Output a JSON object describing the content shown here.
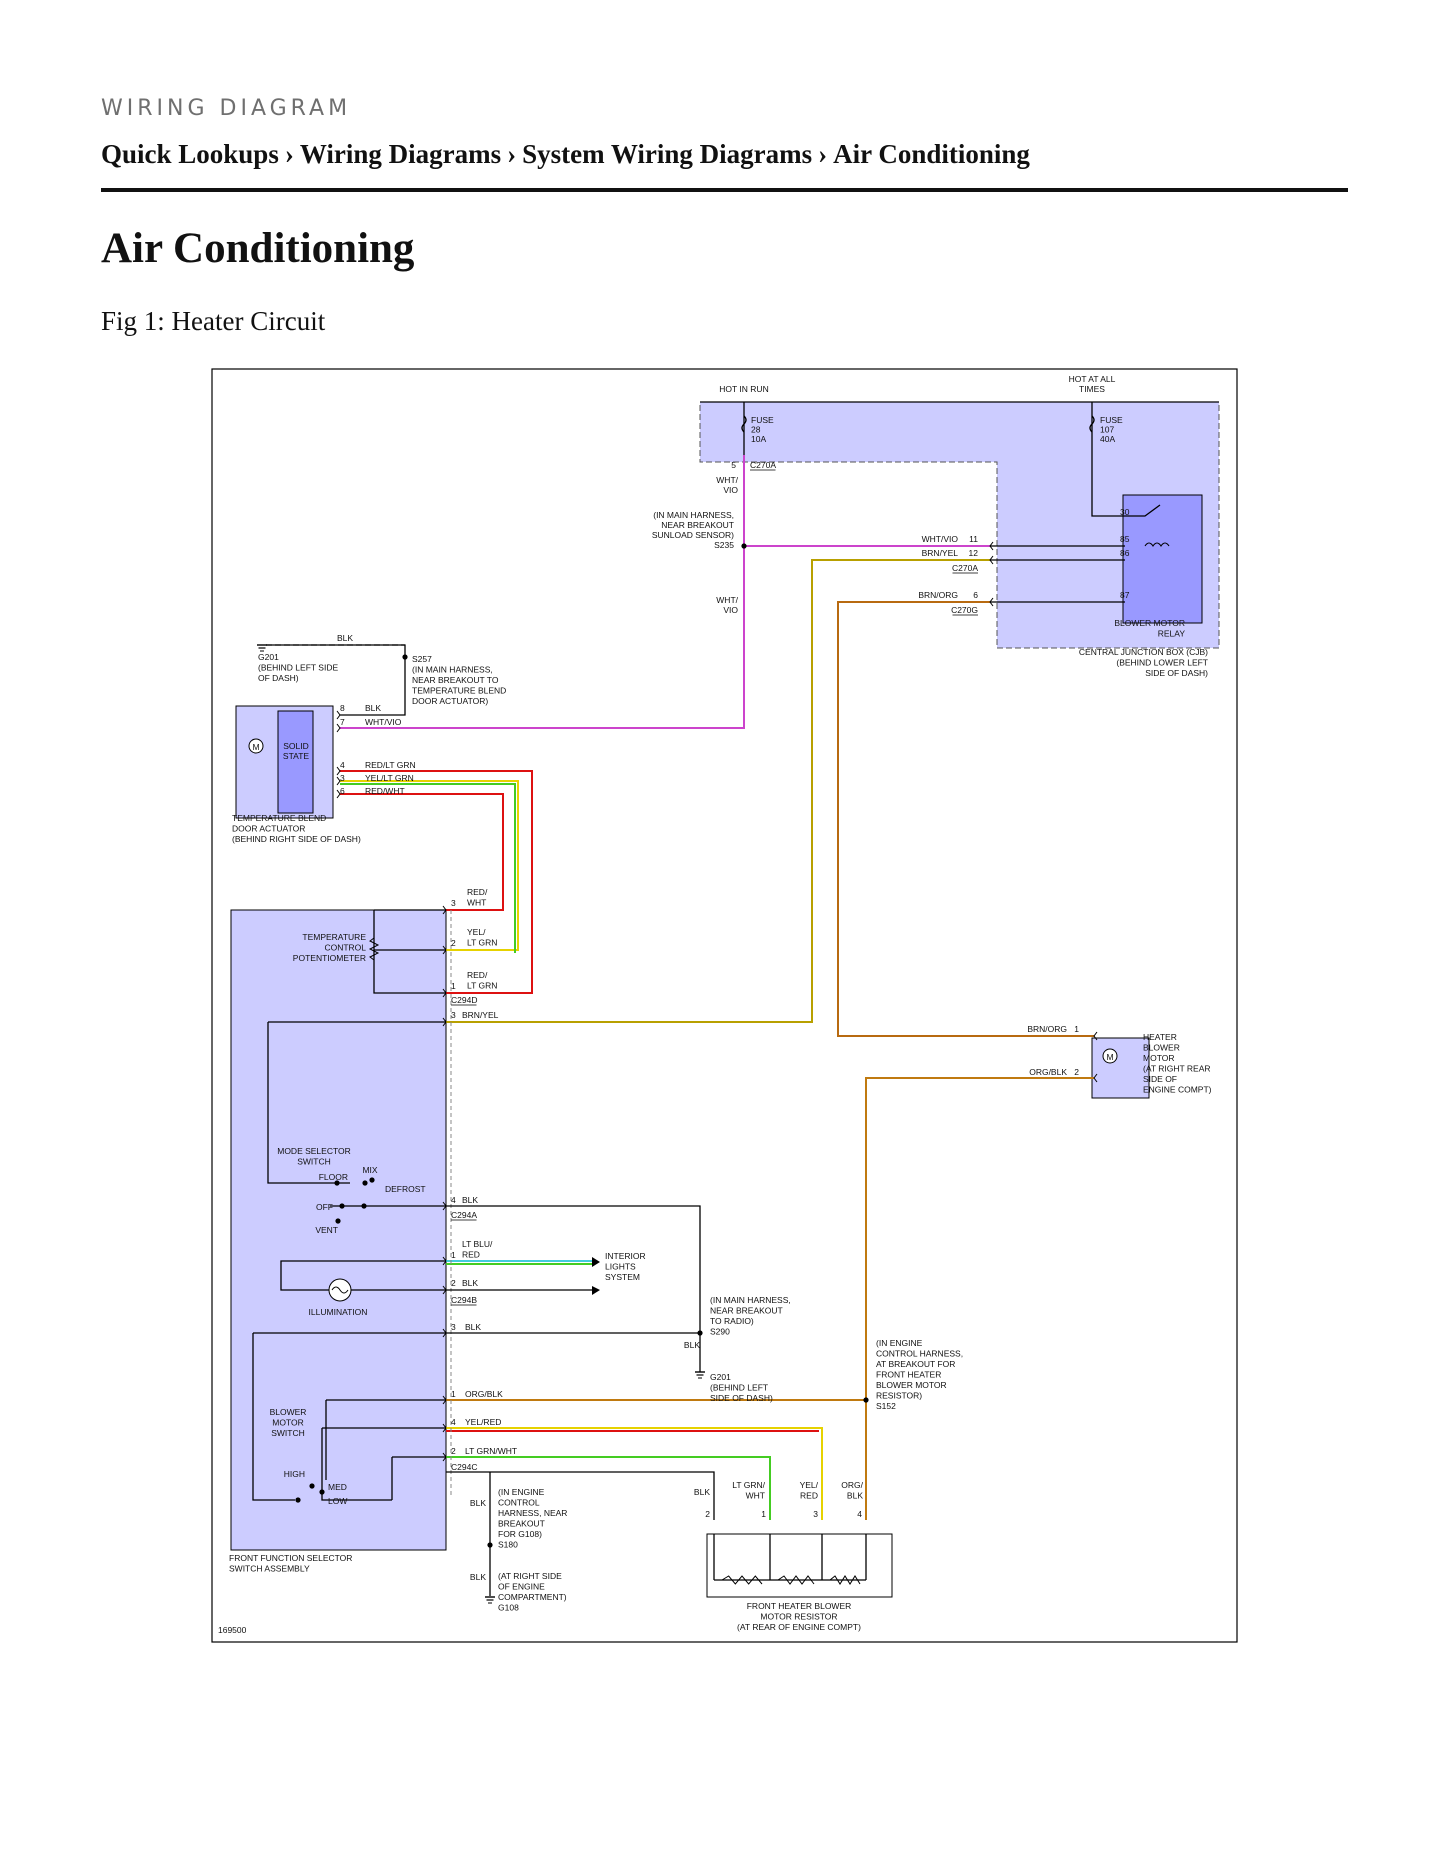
{
  "header": {
    "eyebrow": "WIRING DIAGRAM",
    "breadcrumbs": [
      "Quick Lookups",
      "Wiring Diagrams",
      "System Wiring Diagrams",
      "Air Conditioning"
    ],
    "separator": "›"
  },
  "page_title": "Air Conditioning",
  "figure_caption": "Fig 1: Heater Circuit",
  "colors": {
    "module_fill": "#ccccff",
    "component_fill": "#9999ff",
    "wire_wht_vio": "#cc44cc",
    "wire_brn_yel": "#b8a000",
    "wire_brn_org": "#b86a10",
    "wire_red": "#dd1111",
    "wire_yel": "#e6d200",
    "wire_grn": "#44cc22",
    "wire_blk": "#000000",
    "wire_org_blk": "#c07a10",
    "wire_lt_blu": "#44ccdd"
  },
  "diagram": {
    "figure_id": "169500",
    "labels": {
      "hot_in_run": "HOT IN RUN",
      "hot_at_all": "HOT AT ALL",
      "times": "TIMES",
      "fuse_a": [
        "FUSE",
        "28",
        "10A"
      ],
      "fuse_b": [
        "FUSE",
        "107",
        "40A"
      ],
      "c270a_top": "C270A",
      "pin5": "5",
      "wht_vio_a": [
        "WHT/",
        "VIO"
      ],
      "s235_note": [
        "(IN MAIN HARNESS,",
        "NEAR BREAKOUT",
        "SUNLOAD SENSOR)",
        "S235"
      ],
      "wht_vio_b": [
        "WHT/",
        "VIO"
      ],
      "relay_pins": [
        "30",
        "85",
        "86",
        "87"
      ],
      "relay_wire_1": "WHT/VIO",
      "relay_wire_1_pin": "11",
      "relay_wire_2": "BRN/YEL",
      "relay_wire_2_pin": "12",
      "c270a_mid": "C270A",
      "relay_wire_3": "BRN/ORG",
      "relay_wire_3_pin": "6",
      "c270g": "C270G",
      "blower_relay": [
        "BLOWER MOTOR",
        "RELAY"
      ],
      "cjb": [
        "CENTRAL JUNCTION BOX (CJB)",
        "(BEHIND LOWER LEFT",
        "SIDE OF DASH)"
      ],
      "blk_top": "BLK",
      "g201_a": [
        "G201",
        "(BEHIND LEFT SIDE",
        "OF DASH)"
      ],
      "s257": [
        "S257",
        "(IN MAIN HARNESS,",
        "NEAR BREAKOUT TO",
        "TEMPERATURE BLEND",
        "DOOR ACTUATOR)"
      ],
      "act_pins": [
        "8",
        "7",
        "4",
        "3",
        "6"
      ],
      "act_wires": [
        "BLK",
        "WHT/VIO",
        "RED/LT GRN",
        "YEL/LT GRN",
        "RED/WHT"
      ],
      "motor_m": "M",
      "solid_state": [
        "SOLID",
        "STATE"
      ],
      "temp_actuator": [
        "TEMPERATURE BLEND",
        "DOOR ACTUATOR",
        "(BEHIND RIGHT SIDE OF DASH)"
      ],
      "pot_pins": [
        "3",
        "2",
        "1"
      ],
      "pot_wires": [
        [
          "RED/",
          "WHT"
        ],
        [
          "YEL/",
          "LT GRN"
        ],
        [
          "RED/",
          "LT GRN"
        ]
      ],
      "c294d": "C294D",
      "pot_label": [
        "TEMPERATURE",
        "CONTROL",
        "POTENTIOMETER"
      ],
      "brn_yel_pin": "3",
      "brn_yel": "BRN/YEL",
      "heater_motor_wires": [
        "BRN/ORG",
        "ORG/BLK"
      ],
      "heater_motor_pins": [
        "1",
        "2"
      ],
      "heater_motor": [
        "HEATER",
        "BLOWER",
        "MOTOR",
        "(AT RIGHT REAR",
        "SIDE OF",
        "ENGINE COMPT)"
      ],
      "mode_selector": [
        "MODE SELECTOR",
        "SWITCH"
      ],
      "mode_positions": [
        "FLOOR",
        "MIX",
        "DEFROST",
        "OFF",
        "VENT"
      ],
      "mode_pin": "4",
      "mode_wire": "BLK",
      "c294a": "C294A",
      "illum_pins": [
        "1",
        "2"
      ],
      "illum_wires": [
        [
          "LT BLU/",
          "RED"
        ],
        "BLK"
      ],
      "interior_lights": [
        "INTERIOR",
        "LIGHTS",
        "SYSTEM"
      ],
      "illumination": "ILLUMINATION",
      "c294b": "C294B",
      "c294b_pin": "3",
      "c294b_wire": "BLK",
      "s290": [
        "(IN MAIN HARNESS,",
        "NEAR BREAKOUT",
        "TO RADIO)",
        "S290"
      ],
      "blk_s290": "BLK",
      "g201_b": [
        "G201",
        "(BEHIND LEFT",
        "SIDE OF DASH)"
      ],
      "s152": [
        "(IN ENGINE",
        "CONTROL HARNESS,",
        "AT BREAKOUT FOR",
        "FRONT HEATER",
        "BLOWER MOTOR",
        "RESISTOR)",
        "S152"
      ],
      "blower_pins": [
        "1",
        "4",
        "2"
      ],
      "blower_wires": [
        "ORG/BLK",
        "YEL/RED",
        "LT GRN/WHT"
      ],
      "c294c": "C294C",
      "blower_switch": [
        "BLOWER",
        "MOTOR",
        "SWITCH"
      ],
      "speeds": [
        "HIGH",
        "MED",
        "LOW"
      ],
      "s180": [
        "(IN ENGINE",
        "CONTROL",
        "HARNESS, NEAR",
        "BREAKOUT",
        "FOR G108)",
        "S180"
      ],
      "blk_s180": "BLK",
      "g108": [
        "(AT RIGHT SIDE",
        "OF ENGINE",
        "COMPARTMENT)",
        "G108"
      ],
      "blk_g108": "BLK",
      "resistor_wires": [
        "BLK",
        [
          "LT GRN/",
          "WHT"
        ],
        [
          "YEL/",
          "RED"
        ],
        [
          "ORG/",
          "BLK"
        ]
      ],
      "resistor_pins": [
        "2",
        "1",
        "3",
        "4"
      ],
      "resistor": [
        "FRONT HEATER BLOWER",
        "MOTOR RESISTOR",
        "(AT REAR OF ENGINE COMPT)"
      ],
      "ffsa": [
        "FRONT FUNCTION SELECTOR",
        "SWITCH ASSEMBLY"
      ]
    }
  }
}
